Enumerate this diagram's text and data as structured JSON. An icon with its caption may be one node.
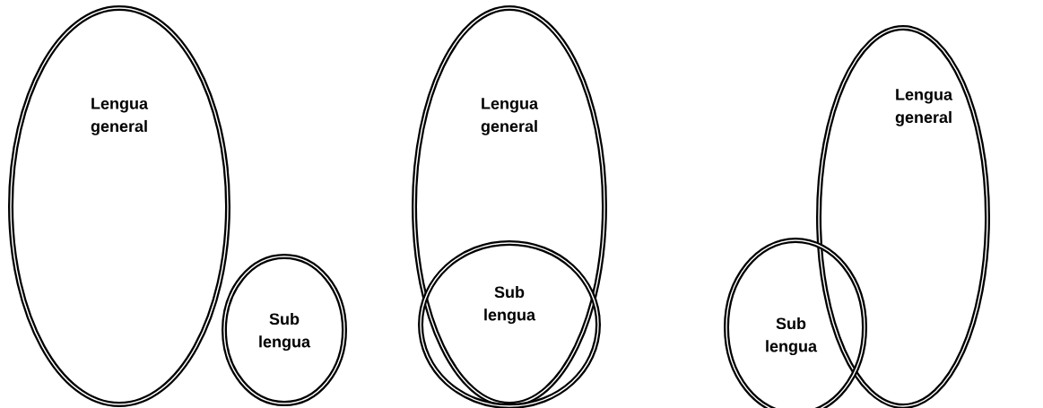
{
  "diagram": {
    "nodes": [
      {
        "text": [
          "Lengua general"
        ]
      },
      {
        "text": [
          "Sub lengua"
        ]
      },
      {
        "text": [
          "Lengua general"
        ]
      },
      {
        "text": [
          "Sub lengua"
        ],
        "in": 2
      },
      {
        "text": [
          "Lengua general"
        ]
      },
      {
        "text": [
          "Sub lengua"
        ]
      }
    ]
  }
}
